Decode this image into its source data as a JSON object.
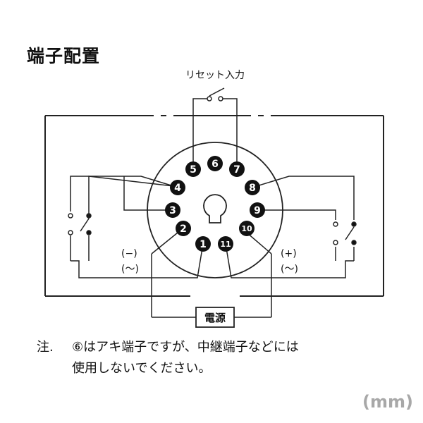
{
  "title": "端子配置",
  "reset_input_label": "リセット入力",
  "power_label": "電源",
  "polarity_left": [
    "(−)",
    "(〜)"
  ],
  "polarity_right": [
    "(+)",
    "(〜)"
  ],
  "terminals": [
    {
      "id": "1",
      "label": "1"
    },
    {
      "id": "2",
      "label": "2"
    },
    {
      "id": "3",
      "label": "3"
    },
    {
      "id": "4",
      "label": "4"
    },
    {
      "id": "5",
      "label": "5"
    },
    {
      "id": "6",
      "label": "6"
    },
    {
      "id": "7",
      "label": "7"
    },
    {
      "id": "8",
      "label": "8"
    },
    {
      "id": "9",
      "label": "9"
    },
    {
      "id": "10",
      "label": "10"
    },
    {
      "id": "11",
      "label": "11"
    }
  ],
  "note": {
    "prefix": "注.",
    "line1": "⑥はアキ端子ですが、中継端子などには",
    "line2": "使用しないでください。"
  },
  "unit": "(mm)",
  "colors": {
    "line": "#222222",
    "terminal_fill": "#111111",
    "terminal_text": "#ffffff",
    "unit_text": "#a8a8a8"
  }
}
